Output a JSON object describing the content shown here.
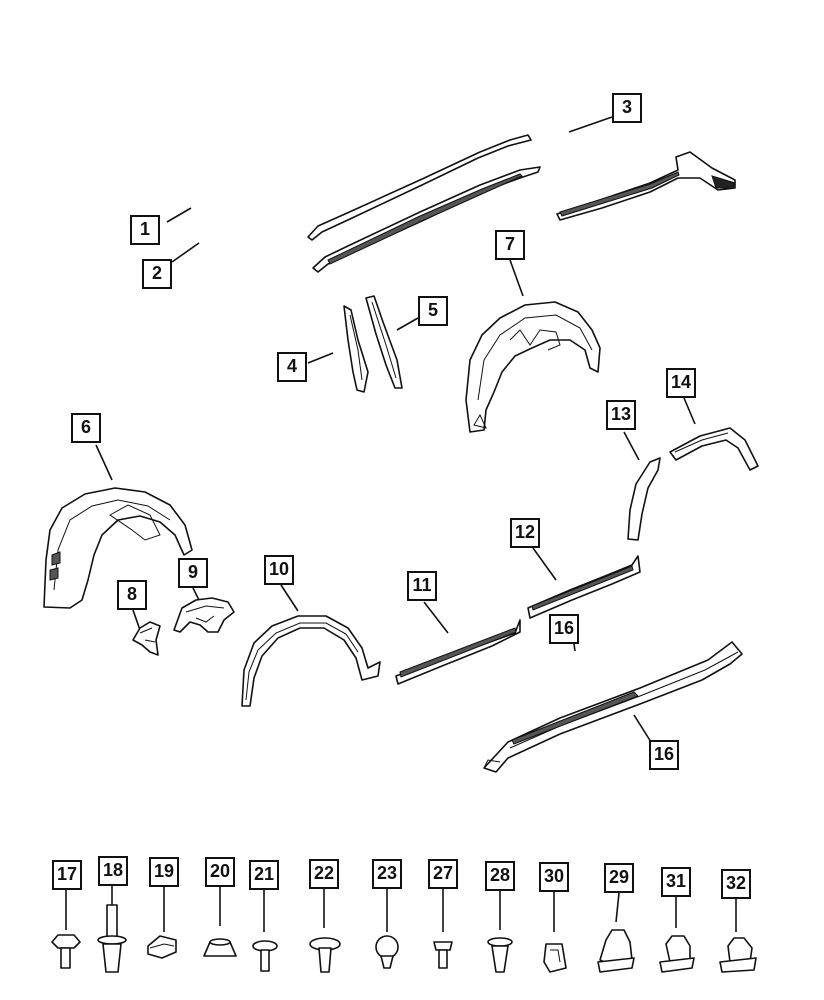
{
  "callouts": {
    "c1": "1",
    "c2": "2",
    "c3": "3",
    "c4": "4",
    "c5": "5",
    "c6": "6",
    "c7": "7",
    "c8": "8",
    "c9": "9",
    "c10": "10",
    "c11": "11",
    "c12": "12",
    "c13": "13",
    "c14": "14",
    "c16a": "16",
    "c16b": "16",
    "c17": "17",
    "c18": "18",
    "c19": "19",
    "c20": "20",
    "c21": "21",
    "c22": "22",
    "c23": "23",
    "c27": "27",
    "c28": "28",
    "c30": "30",
    "c29": "29",
    "c31": "31",
    "c32": "32"
  }
}
